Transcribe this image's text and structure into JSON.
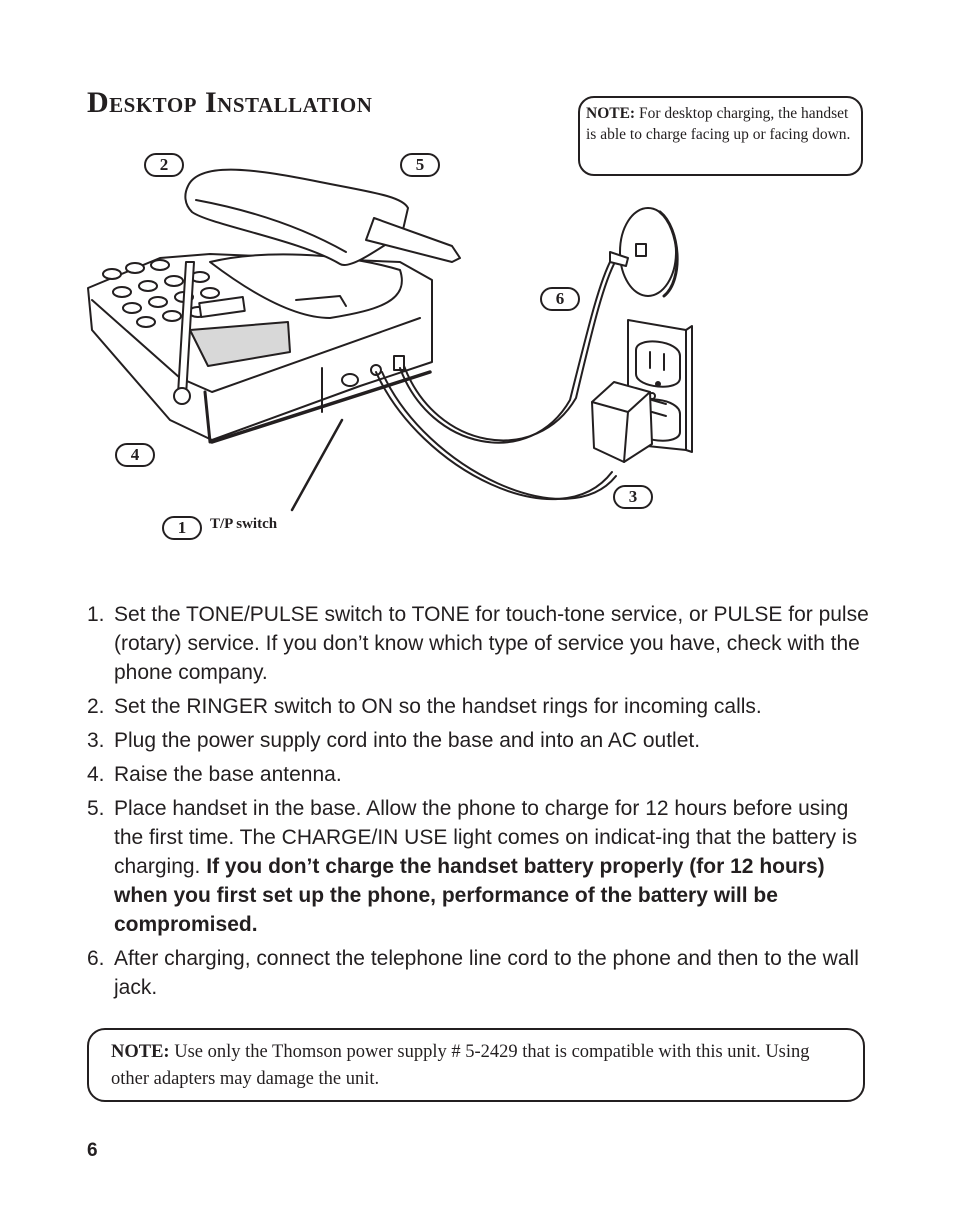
{
  "page": {
    "title": "Desktop Installation",
    "page_number": "6"
  },
  "note_top": {
    "label": "NOTE:",
    "text": " For desktop charging, the handset is able to charge facing up or facing down."
  },
  "illustration": {
    "callouts": [
      "1",
      "2",
      "3",
      "4",
      "5",
      "6"
    ],
    "tp_label": "T/P  switch"
  },
  "steps": [
    {
      "num": "1.",
      "text": "Set the TONE/PULSE switch to TONE for touch-tone service, or PULSE for pulse (rotary) service. If you don’t know which type of service you have, check with the phone company.",
      "bold": ""
    },
    {
      "num": "2.",
      "text": "Set the RINGER switch to ON so the handset rings for incoming calls.",
      "bold": ""
    },
    {
      "num": "3.",
      "text": "Plug the power supply cord into the base and into an AC outlet.",
      "bold": ""
    },
    {
      "num": "4.",
      "text": "Raise the base antenna.",
      "bold": ""
    },
    {
      "num": "5.",
      "text": "Place handset in the base. Allow the phone to charge for 12 hours before using the first time. The CHARGE/IN USE light comes on indicat-ing that the battery is charging. ",
      "bold": "If you don’t charge the handset battery properly (for 12 hours) when you first set up the phone, performance of the battery will be compromised."
    },
    {
      "num": "6.",
      "text": "After charging, connect the telephone line cord to the phone and then to the wall jack.",
      "bold": ""
    }
  ],
  "note_bottom": {
    "label": "NOTE:",
    "text": " Use only the Thomson power supply # 5-2429 that is compatible with this unit. Using other adapters may damage the unit."
  }
}
